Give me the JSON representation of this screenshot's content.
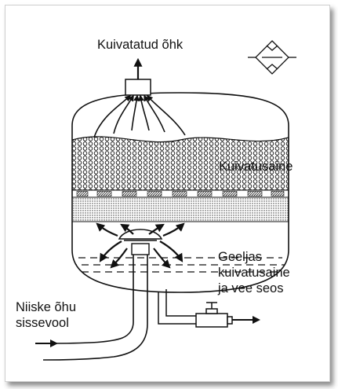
{
  "labels": {
    "dried_air": "Kuivatatud õhk",
    "desiccant": "Kuivatusaine",
    "liquid_line1": "Geeljas",
    "liquid_line2": "kuivatusaine",
    "liquid_line3": "ja vee seos",
    "inlet_line1": "Niiske õhu",
    "inlet_line2": "sissevool"
  },
  "icons": {
    "symbol": "dryer-symbol-icon"
  },
  "colors": {
    "line": "#111111",
    "background": "#ffffff"
  }
}
